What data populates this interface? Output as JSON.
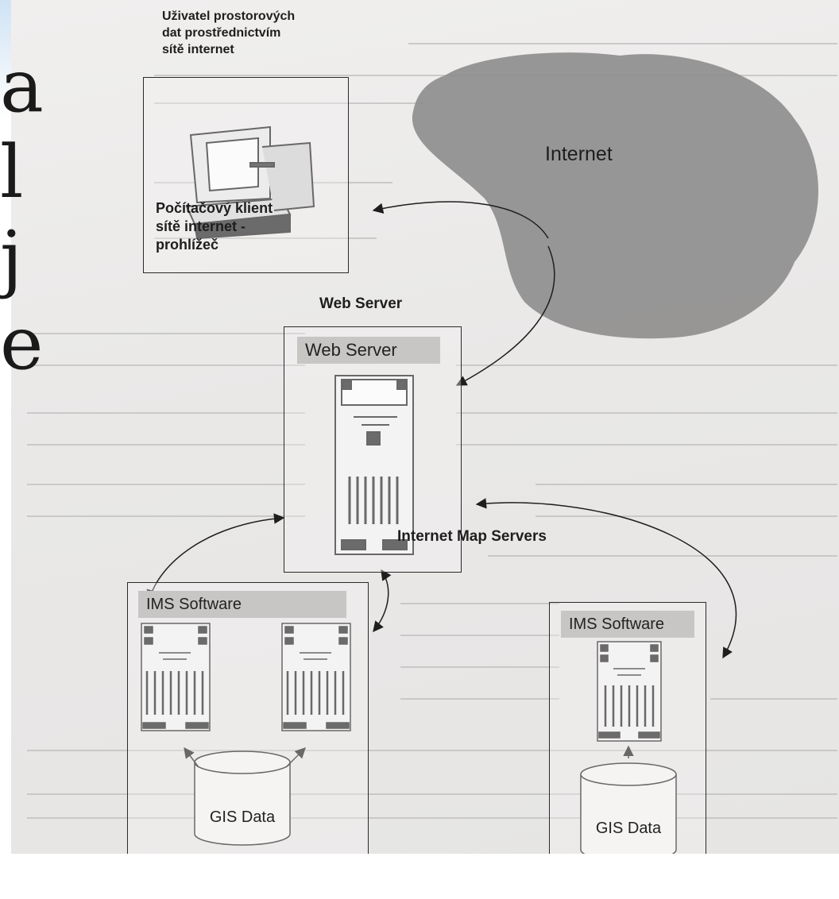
{
  "slide_bleed_text": "a\nl\nj\ne",
  "user_caption": {
    "line1": "Uživatel prostorových",
    "line2": "dat prostřednictvím",
    "line3": "sítě internet"
  },
  "client_caption": {
    "line1": "Počítačový klient",
    "line2": "sítě internet -",
    "line3": "prohlížeč"
  },
  "cloud_label": "Internet",
  "web_server_title": "Web Server",
  "web_server_bar": "Web Server",
  "map_servers_label": "Internet Map Servers",
  "ims_left": {
    "bar": "IMS Software",
    "db": "GIS Data"
  },
  "ims_right": {
    "bar": "IMS Software",
    "db": "GIS Data"
  },
  "colors": {
    "page_bg": "#e9e8e7",
    "cloud": "#8f8e8e",
    "bar": "#c7c6c5",
    "ink": "#1e1e1e"
  }
}
